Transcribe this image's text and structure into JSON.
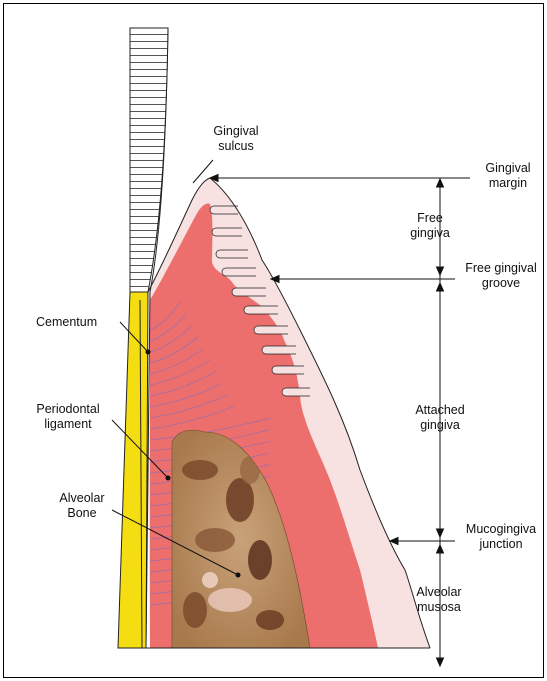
{
  "labels": {
    "gingival_sulcus": [
      "Gingival",
      "sulcus"
    ],
    "gingival_margin": [
      "Gingival",
      "margin"
    ],
    "free_gingiva": [
      "Free",
      "gingiva"
    ],
    "free_gingival_groove": [
      "Free gingival",
      "groove"
    ],
    "cementum": [
      "Cementum"
    ],
    "periodontal_ligament": [
      "Periodontal",
      "ligament"
    ],
    "attached_gingiva": [
      "Attached",
      "gingiva"
    ],
    "alveolar_bone": [
      "Alveolar",
      "Bone"
    ],
    "mucogingival_junction": [
      "Mucogingiva",
      "junction"
    ],
    "alveolar_mucosa": [
      "Alveolar",
      "musosa"
    ]
  },
  "colors": {
    "gingiva_outer": "#f7e1e1",
    "connective_tissue": "#ec6f6d",
    "cementum": "#f4de12",
    "bone": "#b88a5a",
    "fibers": "#7a6fc8",
    "enamel_lines": "#444444"
  }
}
